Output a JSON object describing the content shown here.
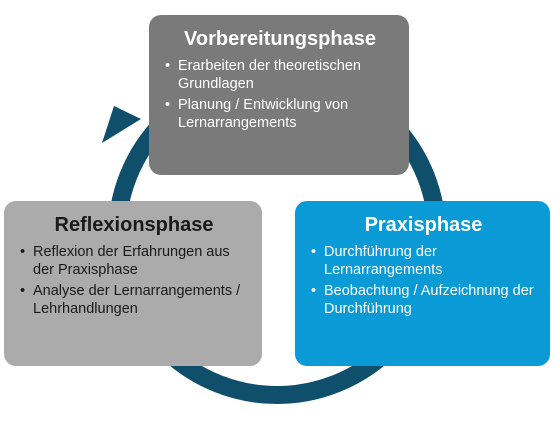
{
  "colors": {
    "ring": "#0f4f6b",
    "vorbereitung": "#7a7a7a",
    "reflexion": "#ababab",
    "praxis": "#0a9ad6"
  },
  "phases": {
    "vorbereitung": {
      "title": "Vorbereitungsphase",
      "items": [
        "Erarbeiten der theoretischen Grundlagen",
        "Planung / Entwicklung von Lernarrangements"
      ]
    },
    "reflexion": {
      "title": "Reflexionsphase",
      "items": [
        "Reflexion der Erfahrungen aus der Praxisphase",
        "Analyse der Lernarrangements / Lehrhandlungen"
      ]
    },
    "praxis": {
      "title": "Praxisphase",
      "items": [
        "Durchführung der Lernarrangements",
        "Beobachtung / Aufzeichnung der Durchführung"
      ]
    }
  }
}
